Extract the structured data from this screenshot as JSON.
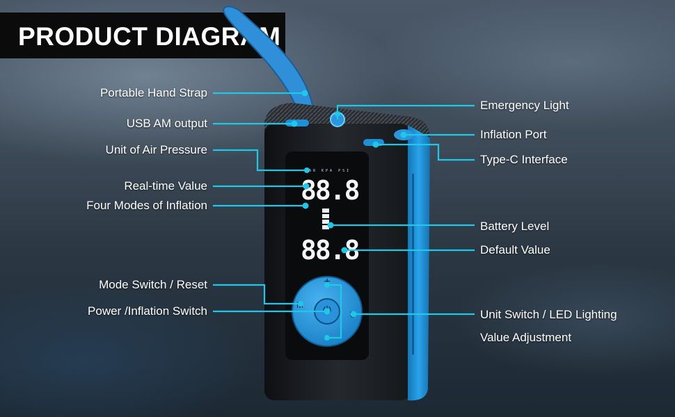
{
  "title": "PRODUCT DIAGRAM",
  "device_display": {
    "real_time": "88.8",
    "default": "88.8",
    "units_row": "BAR KPA PSI"
  },
  "labels_left": [
    "Portable Hand Strap",
    "USB AM output",
    "Unit of Air Pressure",
    "Real-time Value",
    "Four Modes of Inflation",
    "Mode Switch / Reset",
    "Power /Inflation Switch"
  ],
  "labels_right": [
    "Emergency Light",
    "Inflation Port",
    "Type-C Interface",
    "Battery Level",
    "Default Value",
    "Unit Switch / LED Lighting",
    "Value Adjustment"
  ],
  "colors": {
    "accent": "#1ec8e8",
    "device_body": "#1b1e22",
    "device_blue": "#1f8fd6",
    "title_bg": "#0b0b0b"
  },
  "icons": [
    "power-icon",
    "plus-icon",
    "minus-icon",
    "mode-m-icon",
    "light-u-icon"
  ]
}
